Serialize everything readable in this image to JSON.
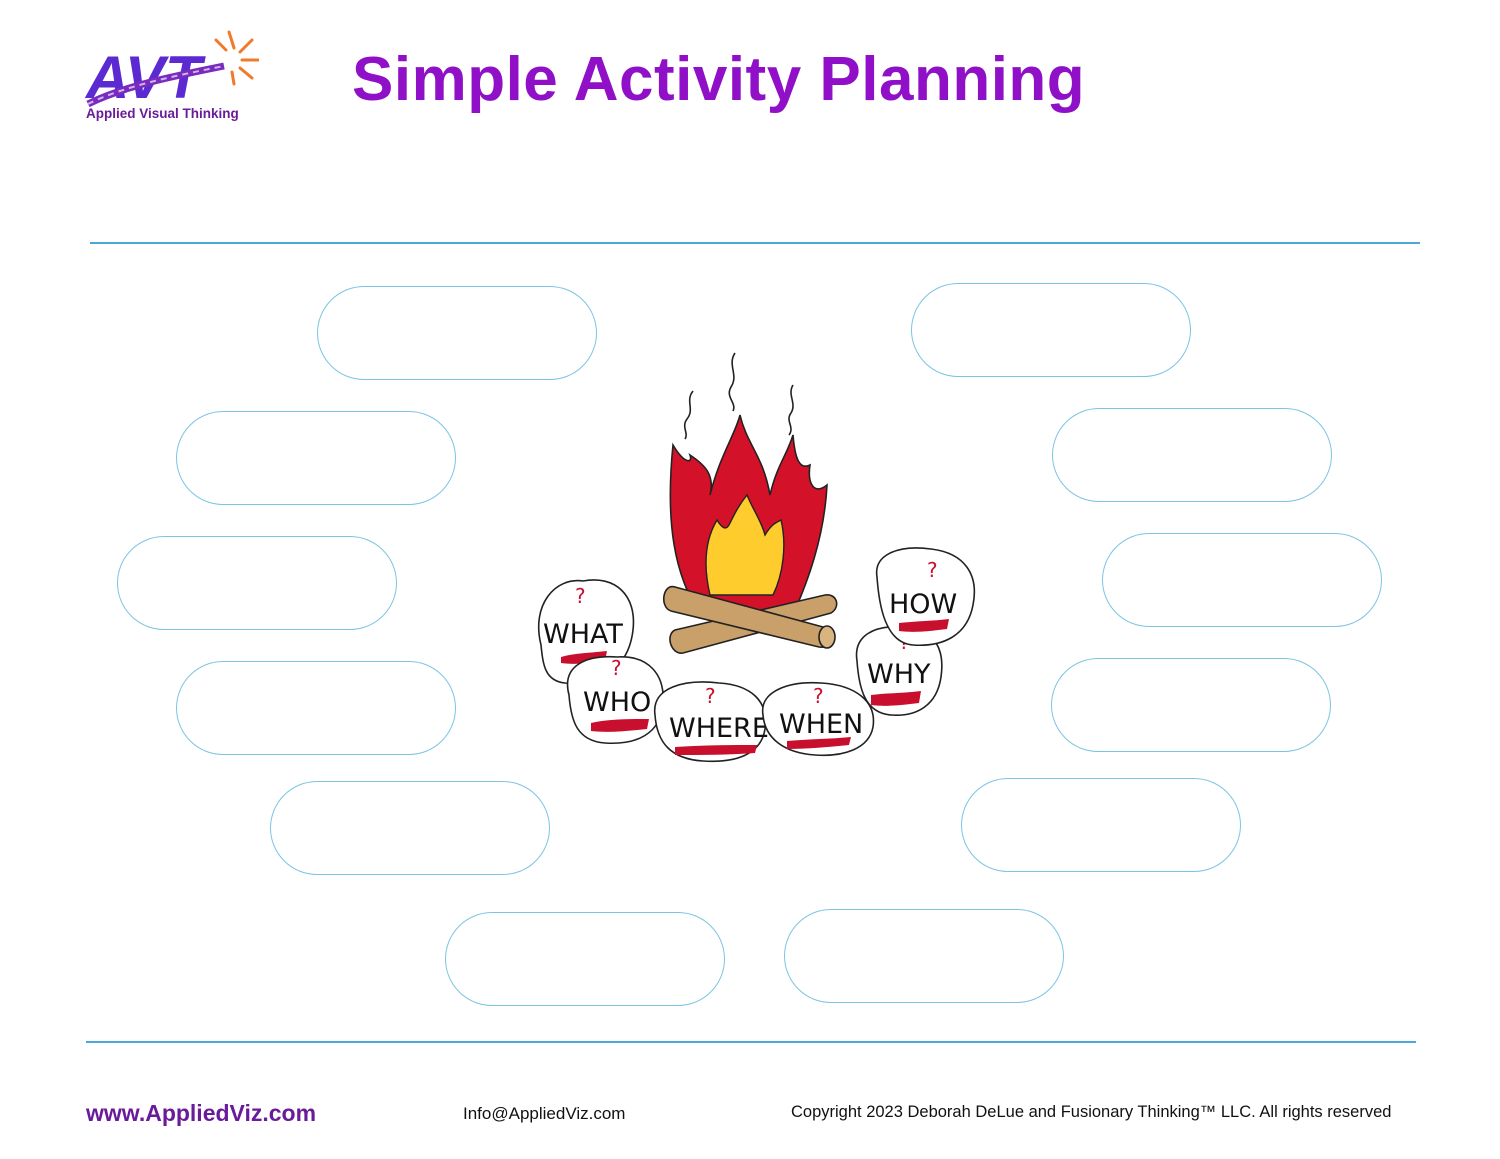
{
  "header": {
    "logo_text": "AVT",
    "logo_caption": "Applied Visual Thinking",
    "title": "Simple Activity Planning"
  },
  "campfire": {
    "stones": [
      {
        "label": "WHAT",
        "mark": "?"
      },
      {
        "label": "WHO",
        "mark": "?"
      },
      {
        "label": "WHERE",
        "mark": "?"
      },
      {
        "label": "WHEN",
        "mark": "?"
      },
      {
        "label": "WHY",
        "mark": "?"
      },
      {
        "label": "HOW",
        "mark": "?"
      }
    ]
  },
  "footer": {
    "url": "www.AppliedViz.com",
    "email": "Info@AppliedViz.com",
    "copyright": "Copyright 2023 Deborah DeLue and Fusionary Thinking™ LLC. All rights reserved"
  },
  "colors": {
    "title": "#9010c8",
    "rule": "#4aa8d8",
    "pill_border": "#7cc4e4",
    "flame_outer": "#d3122a",
    "flame_inner": "#ffcc2e",
    "log": "#c9a06a",
    "stone_accent": "#c8102e"
  }
}
